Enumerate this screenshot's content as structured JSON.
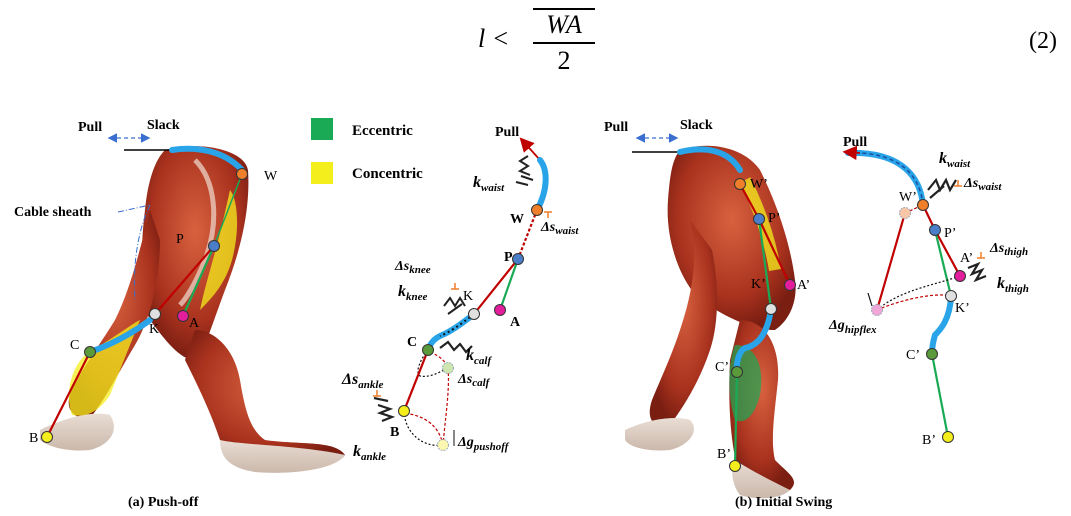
{
  "equation": {
    "lhs": "l <",
    "numerator": "WA",
    "denominator": "2",
    "number": "(2)"
  },
  "legend": [
    {
      "label": "Eccentric",
      "color": "#1aaa55"
    },
    {
      "label": "Concentric",
      "color": "#f4ee1c"
    }
  ],
  "panel_a": {
    "caption": "(a) Push-off",
    "pull": "Pull",
    "slack": "Slack",
    "cable_sheath": "Cable sheath",
    "points": {
      "W": "W",
      "P": "P",
      "K": "K",
      "A": "A",
      "C": "C",
      "B": "B"
    }
  },
  "model_a": {
    "pull": "Pull",
    "points": {
      "W": "W",
      "P": "P",
      "K": "K",
      "A": "A",
      "C": "C",
      "B": "B"
    },
    "k_waist_base": "k",
    "k_waist_sub": "waist",
    "s_waist_base": "Δs",
    "s_waist_sub": "waist",
    "s_knee_base": "Δs",
    "s_knee_sub": "knee",
    "k_knee_base": "k",
    "k_knee_sub": "knee",
    "k_calf_base": "k",
    "k_calf_sub": "calf",
    "s_calf_base": "Δs",
    "s_calf_sub": "calf",
    "s_ankle_base": "Δs",
    "s_ankle_sub": "ankle",
    "k_ankle_base": "k",
    "k_ankle_sub": "ankle",
    "g_push_base": "Δg",
    "g_push_sub": "pushoff"
  },
  "panel_b": {
    "caption": "(b) Initial Swing",
    "pull": "Pull",
    "slack": "Slack",
    "points": {
      "W": "W’",
      "P": "P’",
      "K": "K’",
      "A": "A’",
      "C": "C’",
      "B": "B’"
    }
  },
  "model_b": {
    "pull": "Pull",
    "points": {
      "W": "W’",
      "P": "P’",
      "K": "K’",
      "A": "A’",
      "C": "C’",
      "B": "B’"
    },
    "k_waist_base": "k",
    "k_waist_sub": "waist",
    "s_waist_base": "Δs",
    "s_waist_sub": "waist",
    "s_thigh_base": "Δs",
    "s_thigh_sub": "thigh",
    "k_thigh_base": "k",
    "k_thigh_sub": "thigh",
    "g_hip_base": "Δg",
    "g_hip_sub": "hipflex"
  }
}
